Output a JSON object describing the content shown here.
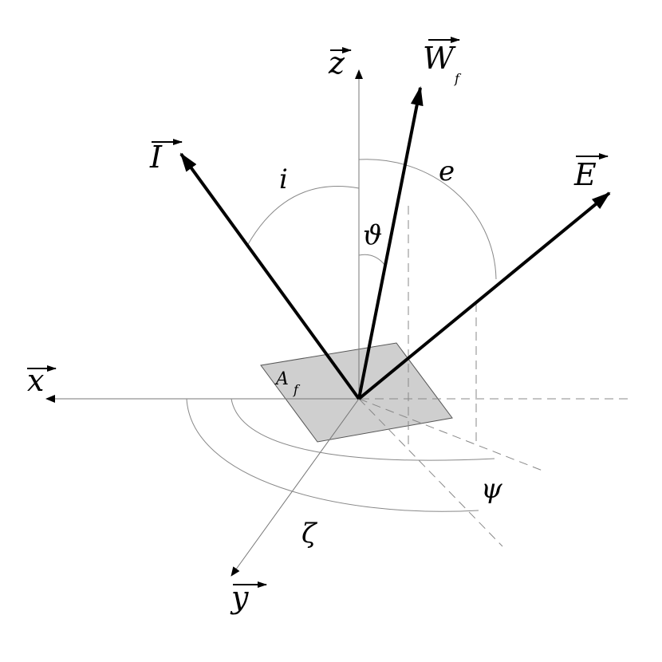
{
  "labels": {
    "z": "z",
    "x": "x",
    "y": "y",
    "W": "W",
    "W_sub": "f",
    "I": "I",
    "E": "E",
    "A": "A",
    "A_sub": "f",
    "i": "i",
    "e": "e",
    "theta": "ϑ",
    "psi": "ψ",
    "zeta": "ζ"
  },
  "colors": {
    "ink": "#000000",
    "thin_line": "#777777",
    "plane_fill": "#cfcfcf"
  }
}
